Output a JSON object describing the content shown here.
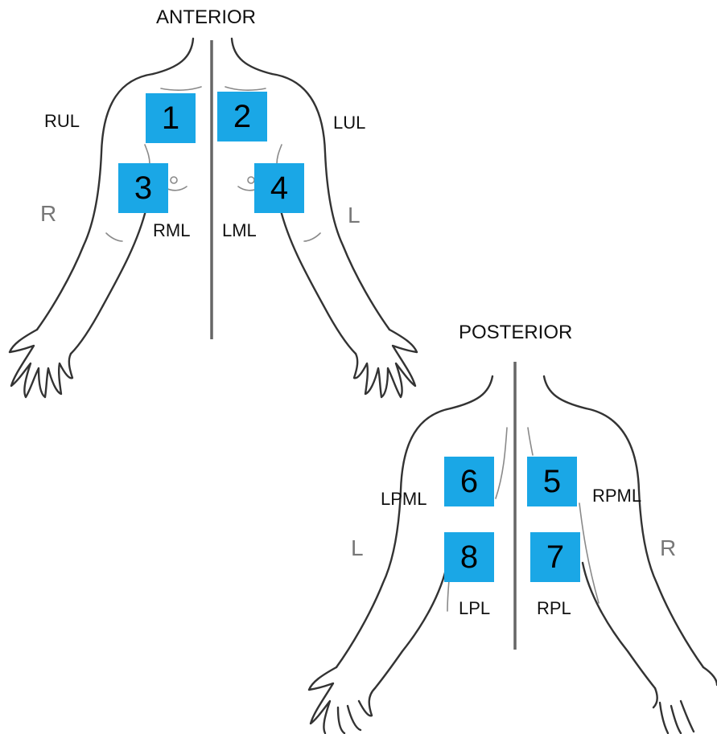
{
  "anterior": {
    "title": "ANTERIOR",
    "right_side": "R",
    "left_side": "L",
    "lobes": {
      "rul": "RUL",
      "lul": "LUL",
      "rml": "RML",
      "lml": "LML"
    },
    "zones": [
      "1",
      "2",
      "3",
      "4"
    ]
  },
  "posterior": {
    "title": "POSTERIOR",
    "left_side": "L",
    "right_side": "R",
    "lobes": {
      "lpml": "LPML",
      "rpml": "RPML",
      "lpl": "LPL",
      "rpl": "RPL"
    },
    "zones": [
      "6",
      "5",
      "8",
      "7"
    ]
  },
  "colors": {
    "zone_fill": "#1aa7e6",
    "outline": "#333333"
  }
}
